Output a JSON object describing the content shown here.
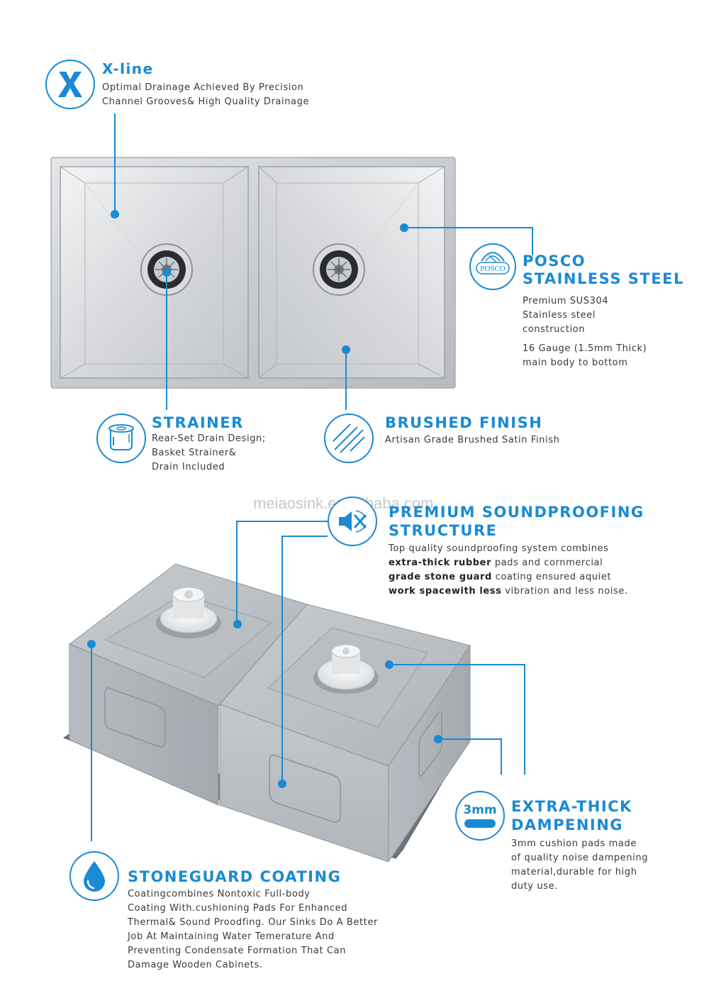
{
  "xline": {
    "title": "X-line",
    "desc": [
      "Optimal Drainage Achieved By Precision",
      "Channel Grooves& High Quality Drainage"
    ],
    "icon": "x-line-icon"
  },
  "posco": {
    "title_1": "POSCO",
    "title_2": "STAINLESS STEEL",
    "icon_text": "POSCO",
    "desc": [
      "Premium SUS304",
      "Stainless steel",
      "construction"
    ],
    "desc2": [
      "16 Gauge (1.5mm Thick)",
      "main body to bottom"
    ]
  },
  "strainer": {
    "title": "STRAINER",
    "desc": [
      "Rear-Set Drain Design;",
      "Basket Strainer&",
      "Drain Included"
    ]
  },
  "brushed": {
    "title": "BRUSHED FINISH",
    "desc": "Artisan Grade Brushed Satin Finish"
  },
  "watermark": "meiaosink.en.alibaba.com",
  "soundproof": {
    "title_1": "PREMIUM SOUNDPROOFING",
    "title_2": "STRUCTURE",
    "desc_1": "Top quality soundproofing system combines",
    "desc_2a": "extra-thick rubber",
    "desc_2b": " pads and cornmercial",
    "desc_3a": "grade stone guard",
    "desc_3b": " coating ensured aquiet",
    "desc_4a": "work spacewith less",
    "desc_4b": " vibration and less noise."
  },
  "dampening": {
    "title_1": "EXTRA-THICK",
    "title_2": "DAMPENING",
    "icon_text": "3mm",
    "desc": [
      "3mm cushion pads made",
      "of quality noise dampening",
      "material,durable for high",
      "duty use."
    ]
  },
  "stoneguard": {
    "title": "STONEGUARD COATING",
    "desc": [
      "Coatingcombines Nontoxic Full-body",
      "Coating With.cushioning Pads For Enhanced",
      "Thermal& Sound Proodfing. Our Sinks Do A Better",
      "Job At Maintaining Water Temerature And",
      "Preventing Condensate Formation That Can",
      "Damage Wooden Cabinets."
    ]
  },
  "colors": {
    "accent": "#1a8ad4"
  }
}
